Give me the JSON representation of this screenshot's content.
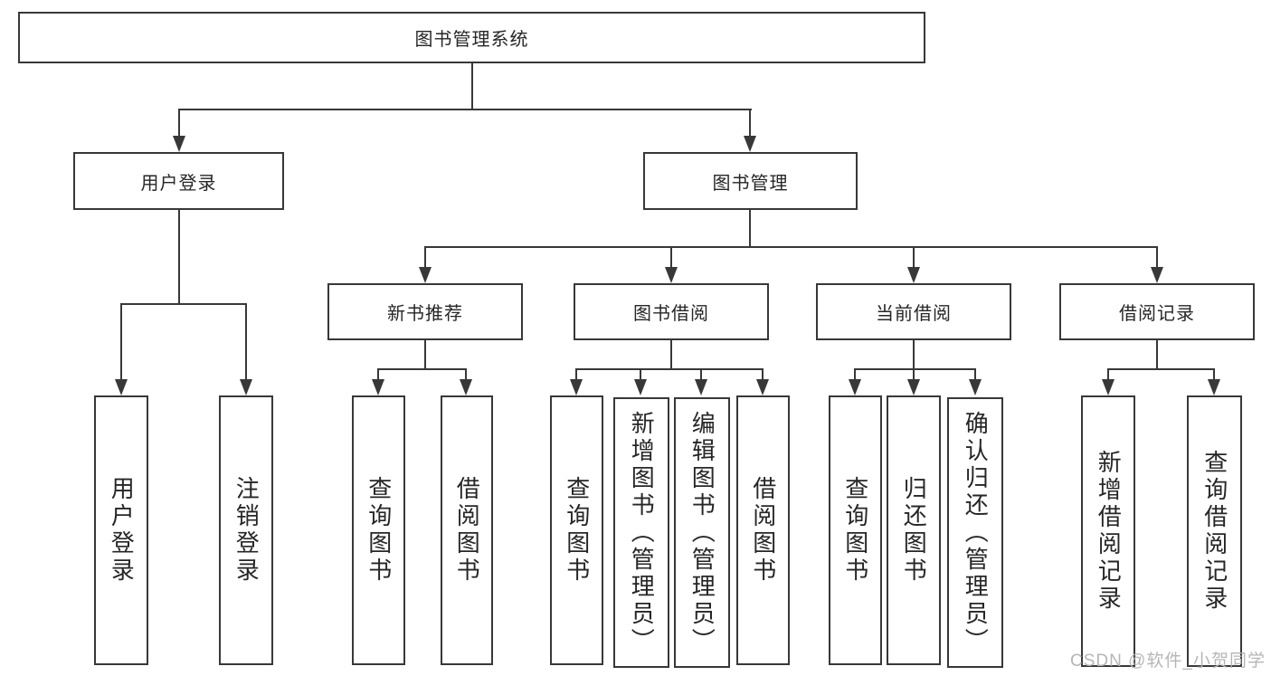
{
  "diagram_title": "图书管理系统",
  "watermark": "CSDN @软件_小贺同学",
  "colors": {
    "line": "#383838",
    "box_border": "#383838",
    "text": "#262626",
    "watermark": "#b2b2b2",
    "background": "#ffffff"
  },
  "nodes": {
    "root": {
      "label": "图书管理系统"
    },
    "user_login": {
      "label": "用户登录"
    },
    "book_mgmt": {
      "label": "图书管理"
    },
    "login_leaf_login": {
      "label": "用户登录"
    },
    "login_leaf_logout": {
      "label": "注销登录"
    },
    "new_book_rec": {
      "label": "新书推荐"
    },
    "book_borrow": {
      "label": "图书借阅"
    },
    "current_borrow": {
      "label": "当前借阅"
    },
    "borrow_record": {
      "label": "借阅记录"
    },
    "rec_query_book": {
      "label": "查询图书"
    },
    "rec_borrow_book": {
      "label": "借阅图书"
    },
    "bb_query_book": {
      "label": "查询图书"
    },
    "bb_add_book": {
      "label": "新增图书（管理员）"
    },
    "bb_edit_book": {
      "label": "编辑图书（管理员）"
    },
    "bb_borrow_book": {
      "label": "借阅图书"
    },
    "cb_query_book": {
      "label": "查询图书"
    },
    "cb_return_book": {
      "label": "归还图书"
    },
    "cb_confirm_return": {
      "label": "确认归还（管理员）"
    },
    "br_add_record": {
      "label": "新增借阅记录"
    },
    "br_query_record": {
      "label": "查询借阅记录"
    }
  },
  "tree": {
    "图书管理系统": {
      "用户登录": [
        "用户登录",
        "注销登录"
      ],
      "图书管理": {
        "新书推荐": [
          "查询图书",
          "借阅图书"
        ],
        "图书借阅": [
          "查询图书",
          "新增图书（管理员）",
          "编辑图书（管理员）",
          "借阅图书"
        ],
        "当前借阅": [
          "查询图书",
          "归还图书",
          "确认归还（管理员）"
        ],
        "借阅记录": [
          "新增借阅记录",
          "查询借阅记录"
        ]
      }
    }
  }
}
